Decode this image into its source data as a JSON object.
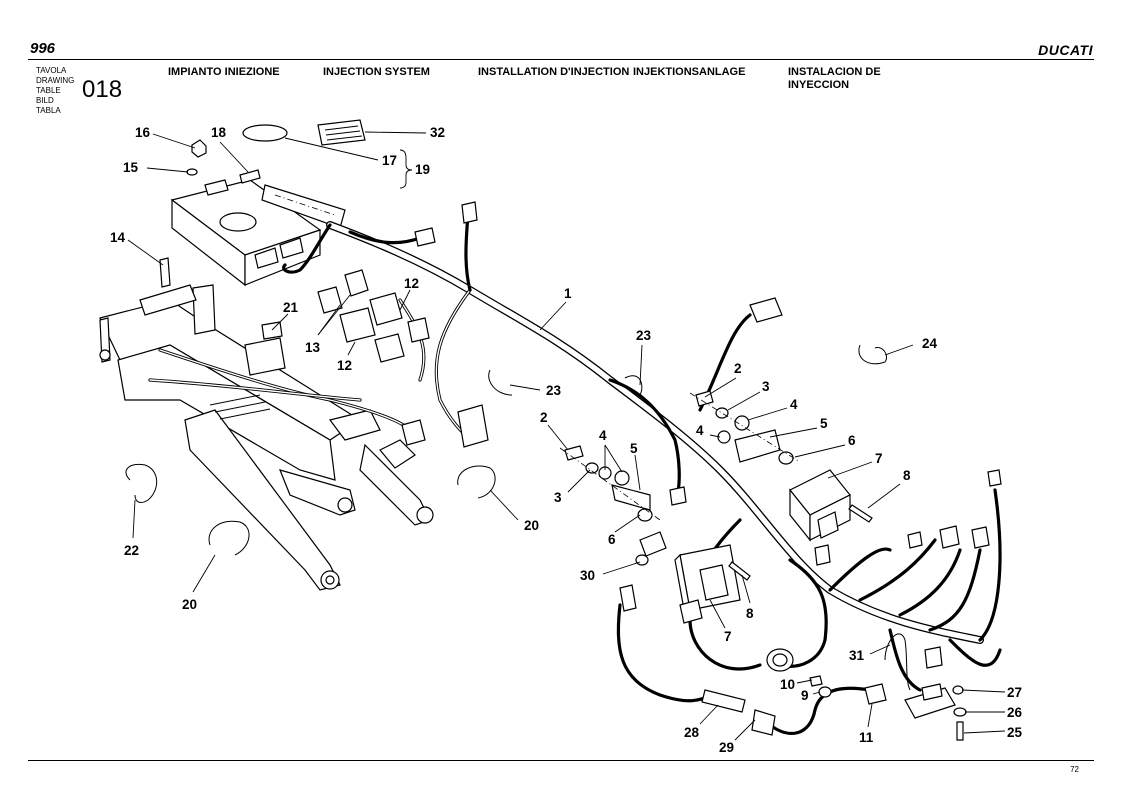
{
  "header": {
    "model": "996",
    "brand": "DUCATI",
    "table_words": [
      "TAVOLA",
      "DRAWING",
      "TABLE",
      "BILD",
      "TABLA"
    ],
    "table_number": "018",
    "titles": [
      "IMPIANTO INIEZIONE",
      "INJECTION SYSTEM",
      "INSTALLATION D'INJECTION",
      "INJEKTIONSANLAGE",
      "INSTALACION DE\nINYECCION"
    ]
  },
  "callouts": [
    "16",
    "18",
    "32",
    "15",
    "17",
    "19",
    "14",
    "21",
    "12",
    "13",
    "12",
    "1",
    "23",
    "24",
    "23",
    "2",
    "3",
    "4",
    "5",
    "6",
    "2",
    "4",
    "3",
    "4",
    "5",
    "6",
    "7",
    "8",
    "22",
    "20",
    "20",
    "30",
    "8",
    "7",
    "31",
    "10",
    "9",
    "27",
    "26",
    "25",
    "28",
    "29",
    "11"
  ],
  "footer": {
    "page_number": "72"
  }
}
